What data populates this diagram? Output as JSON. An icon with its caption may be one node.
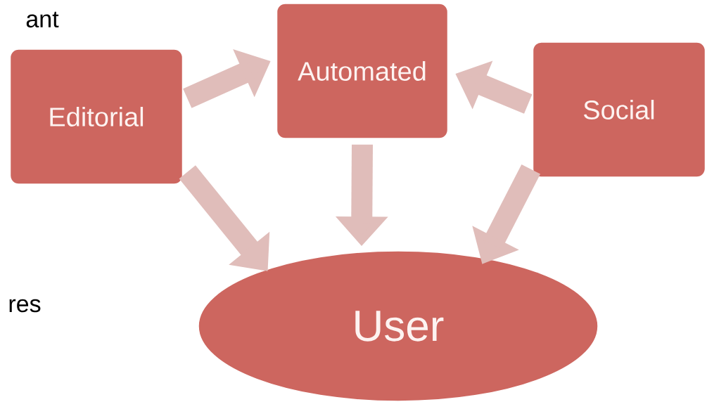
{
  "diagram": {
    "nodes": [
      {
        "text": [
          "Editorial"
        ]
      },
      {
        "text": [
          "Automated"
        ]
      },
      {
        "text": [
          "Social"
        ]
      },
      {
        "text": [
          "User"
        ]
      }
    ],
    "edges": [
      {
        "from": 0,
        "to": 1,
        "arrow": "to"
      },
      {
        "from": 2,
        "to": 1,
        "arrow": "to"
      },
      {
        "from": 1,
        "to": 3,
        "arrow": "to"
      },
      {
        "from": 0,
        "to": 3,
        "arrow": "to"
      },
      {
        "from": 2,
        "to": 3,
        "arrow": "to"
      }
    ],
    "labels": [
      "ant",
      "res"
    ]
  }
}
